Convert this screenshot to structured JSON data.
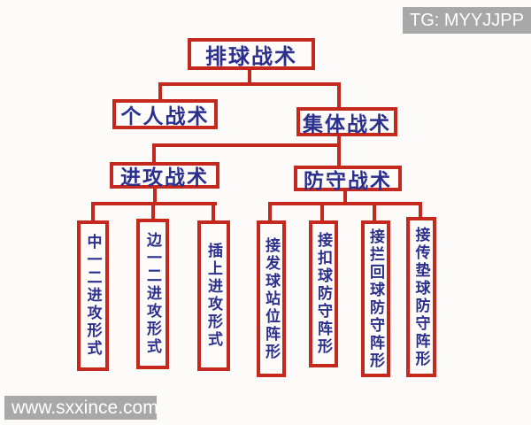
{
  "title": "排球战术",
  "colors": {
    "box_border": "#c5281c",
    "box_text": "#2b2f8e",
    "watermark_bg": "#a8a8a8",
    "watermark_text": "#ffffff",
    "background": "#fcfbf9"
  },
  "watermarks": {
    "top_right": "TG: MYYJJPP",
    "bottom_left": "www.sxxince.com"
  },
  "tree": {
    "root": {
      "label": "排球战术"
    },
    "level2": [
      {
        "label": "个人战术"
      },
      {
        "label": "集体战术"
      }
    ],
    "level3": [
      {
        "label": "进攻战术"
      },
      {
        "label": "防守战术"
      }
    ],
    "attack_forms": [
      "中一二进攻形式",
      "边一二进攻形式",
      "插上进攻形式"
    ],
    "defense_forms": [
      "接发球站位阵形",
      "接扣球防守阵形",
      "接拦回球防守阵形",
      "接传垫球防守阵形"
    ]
  }
}
